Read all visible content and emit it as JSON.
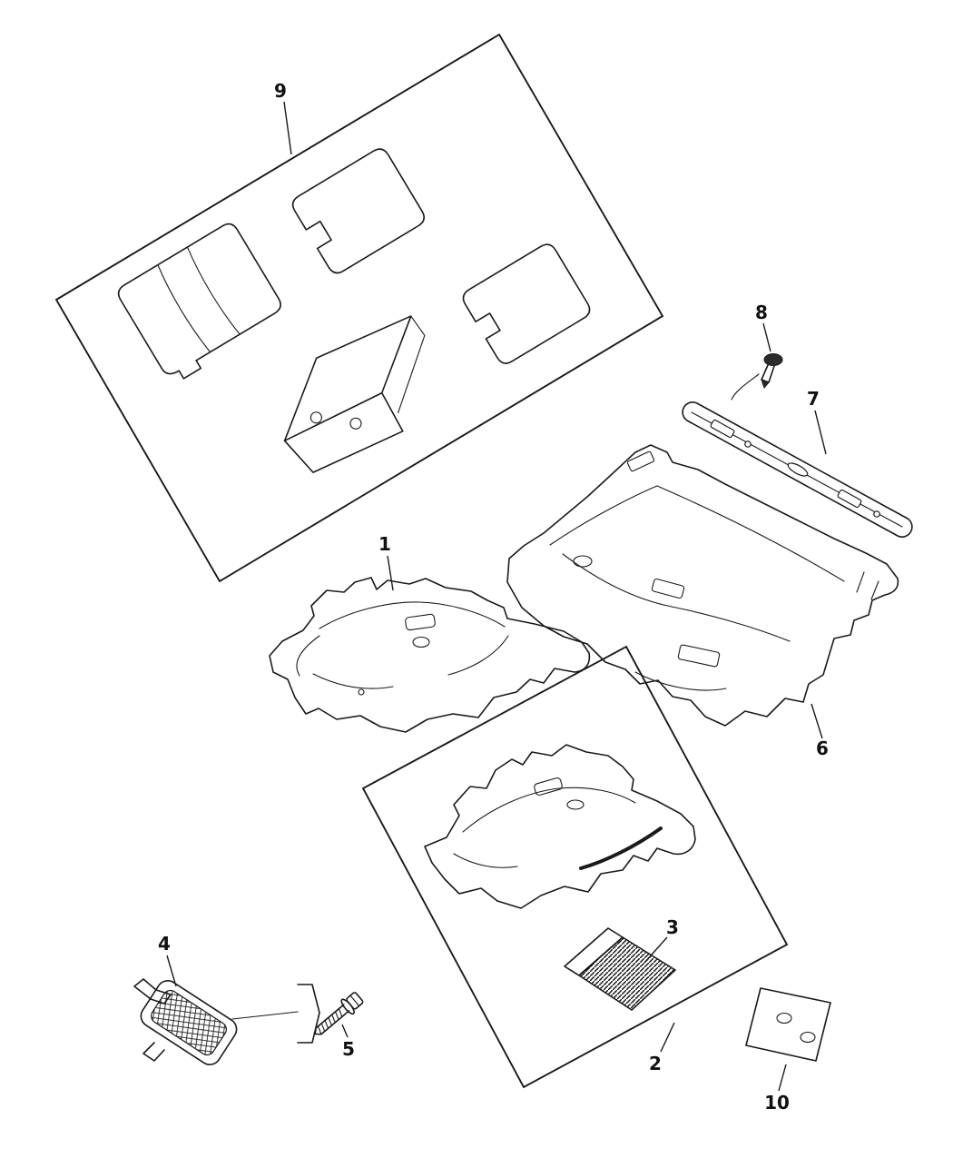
{
  "diagram": {
    "type": "exploded-parts-diagram",
    "subject": "vehicle floor mats and carpet components",
    "colors": {
      "background": "#ffffff",
      "ink": "#1a1a1a",
      "fastener_head": "#2b2b2b"
    },
    "callouts": [
      {
        "part": "front-floor-carpet-left",
        "label": "1"
      },
      {
        "part": "floor-carpet-kit-box",
        "label": "2"
      },
      {
        "part": "footrest-hatched-pad",
        "label": "3"
      },
      {
        "part": "dead-pedal-mesh-cover",
        "label": "4"
      },
      {
        "part": "mounting-screw",
        "label": "5"
      },
      {
        "part": "rear-floor-carpet",
        "label": "6"
      },
      {
        "part": "sill-scuff-plate",
        "label": "7"
      },
      {
        "part": "push-pin-fastener",
        "label": "8"
      },
      {
        "part": "floor-mat-kit-box",
        "label": "9"
      },
      {
        "part": "repair-patch",
        "label": "10"
      }
    ]
  }
}
